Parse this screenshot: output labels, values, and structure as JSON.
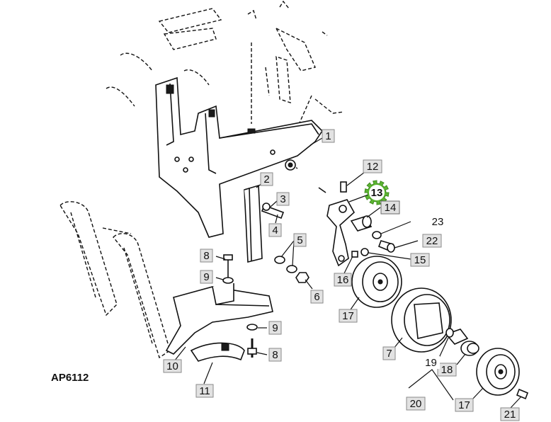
{
  "figure_id": "AP6112",
  "highlight_color": "#5cb531",
  "highlighted_part": "13",
  "callouts": [
    {
      "label": "1"
    },
    {
      "label": "2"
    },
    {
      "label": "3"
    },
    {
      "label": "4"
    },
    {
      "label": "5"
    },
    {
      "label": "6"
    },
    {
      "label": "7"
    },
    {
      "label": "8"
    },
    {
      "label": "9"
    },
    {
      "label": "10"
    },
    {
      "label": "11"
    },
    {
      "label": "12"
    },
    {
      "label": "13"
    },
    {
      "label": "14"
    },
    {
      "label": "15"
    },
    {
      "label": "16"
    },
    {
      "label": "17"
    },
    {
      "label": "18"
    },
    {
      "label": "19"
    },
    {
      "label": "20"
    },
    {
      "label": "21"
    },
    {
      "label": "22"
    },
    {
      "label": "23"
    },
    {
      "label": "8"
    },
    {
      "label": "9"
    },
    {
      "label": "17"
    }
  ]
}
